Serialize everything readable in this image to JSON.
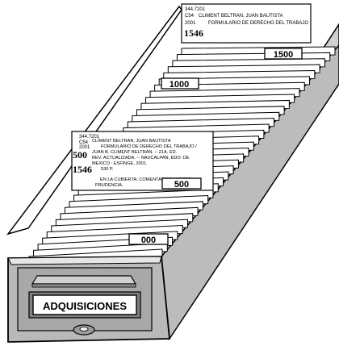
{
  "back_card": {
    "call_number": "344.7201",
    "cutter": "C54",
    "author": "CLIMENT BELTRAN, JUAN BAUTISTA",
    "year": "2001",
    "title": "FORMULARIO DE DERECHO DEL TRABAJO",
    "accession": "1546"
  },
  "front_card": {
    "call_number": "344.7201",
    "cutter": "C54",
    "year": "2001",
    "class_mark": "500",
    "accession": "1546",
    "lines": [
      "CLIMENT BELTRAN, JUAN BAUTISTA",
      "FORMULARIO DE DERECHO DEL TRABAJO /",
      "JUAN B. CLIMENT BELTRAN. -- 21A. ED.",
      "REV. ACTUALIZADA. -- NAUCALPAN, EDO. DE",
      "MEXICO : ESFINGE, 2001.",
      "530 P.",
      "EN LA CUBIERTA: COMENTARIOS Y JURIS-",
      "PRUDENCIA."
    ]
  },
  "guides": [
    "1500",
    "1000",
    "500",
    "000"
  ],
  "drawer_label": "ADQUISICIONES",
  "colors": {
    "drawer_front": "#b9b9b9",
    "drawer_side": "#d8d8d8",
    "ink": "#000000"
  }
}
